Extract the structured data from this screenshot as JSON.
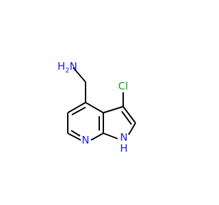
{
  "molecule": {
    "atoms": {
      "amine": {
        "text": "H",
        "sub": "2",
        "element": "N",
        "color": "#1a1aff"
      },
      "chloro": {
        "text": "Cl",
        "color": "#1fa01f"
      },
      "pyridine_n": {
        "text": "N",
        "color": "#1a1aff"
      },
      "pyrrole_nh": {
        "text": "N",
        "h_text": "H",
        "color": "#1a1aff"
      }
    },
    "bond_color": "#000000"
  }
}
